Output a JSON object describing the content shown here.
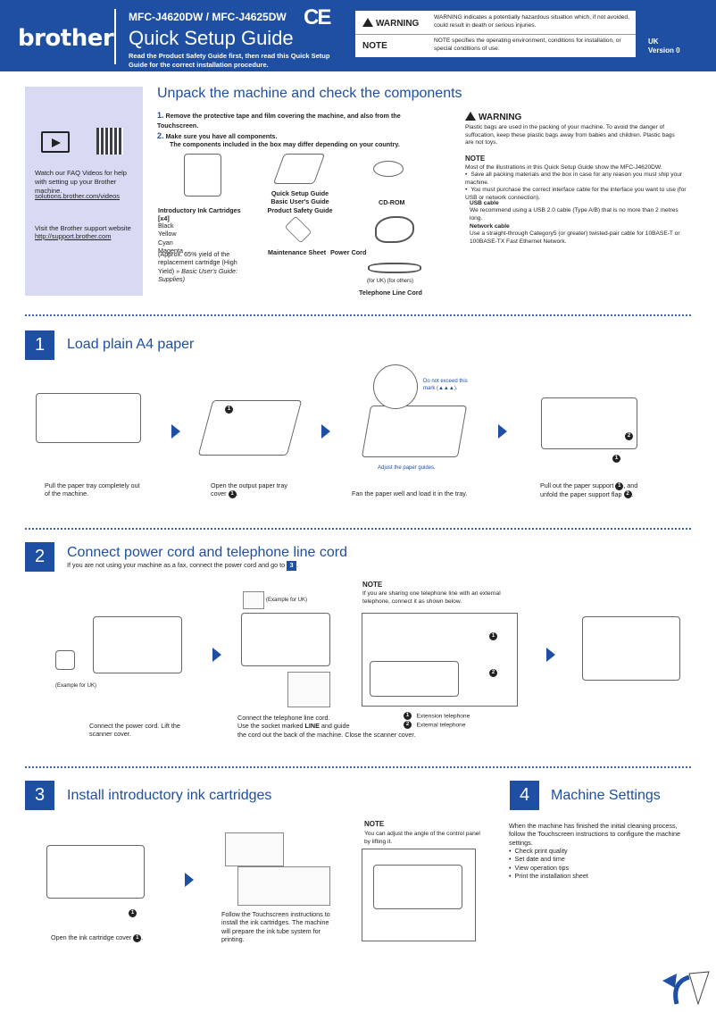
{
  "header": {
    "brand": "brother",
    "model": "MFC-J4620DW / MFC-J4625DW",
    "ce_mark": "CE",
    "title": "Quick Setup Guide",
    "read_first": "Read the Product Safety Guide first, then read this Quick Setup Guide for the correct installation procedure.",
    "legend": {
      "warning_label": "WARNING",
      "warning_text": "WARNING indicates a potentially hazardous situation which, if not avoided, could result in death or serious injuries.",
      "note_label": "NOTE",
      "note_text": "NOTE specifies the operating environment, conditions for installation, or special conditions of use."
    },
    "region": "UK",
    "version": "Version 0"
  },
  "sidebar": {
    "faq_text": "Watch our FAQ Videos for help with setting up your Brother machine.",
    "faq_url": "solutions.brother.com/videos",
    "support_text": "Visit the Brother support website",
    "support_url": "http://support.brother.com"
  },
  "unpack": {
    "title": "Unpack the machine and check the components",
    "step1_num": "1.",
    "step1": "Remove the protective tape and film covering the machine, and also from the Touchscreen.",
    "step2_num": "2.",
    "step2": "Make sure you have all components.",
    "step2b": "The components included in the box may differ depending on your country.",
    "ink_title": "Introductory Ink Cartridges",
    "ink_count": "[x4]",
    "ink_colors": [
      "Black",
      "Yellow",
      "Cyan",
      "Magenta"
    ],
    "ink_yield": "(Approx. 65% yield of the replacement cartridge (High Yield)",
    "ink_ref": "Basic User's Guide: Supplies)",
    "docs": [
      "Quick Setup Guide",
      "Basic User's Guide",
      "Product Safety Guide"
    ],
    "cdrom": "CD-ROM",
    "maint_sheet": "Maintenance Sheet",
    "power_cord": "Power Cord",
    "tel_variants": "(for UK) (for others)",
    "tel_cord": "Telephone Line Cord",
    "warning_label": "WARNING",
    "warning_text": "Plastic bags are used in the packing of your machine. To avoid the danger of suffocation, keep these plastic bags away from babies and children. Plastic bags are not toys.",
    "note_label": "NOTE",
    "note_intro": "Most of the illustrations in this Quick Setup Guide show the MFC-J4620DW.",
    "note_items": [
      "Save all packing materials and the box in case for any reason you must ship your machine.",
      "You must purchase the correct interface cable for the interface you want to use (for USB or network connection)."
    ],
    "usb_title": "USB cable",
    "usb_text": "We recommend using a USB 2.0 cable (Type A/B) that is no more than 2 metres long.",
    "net_title": "Network cable",
    "net_text": "Use a straight-through Category5 (or greater) twisted-pair cable for 10BASE-T or 100BASE-TX Fast Ethernet Network."
  },
  "step1": {
    "num": "1",
    "title": "Load plain A4 paper",
    "exceed": "Do not exceed this mark (▲▲▲).",
    "adjust": "Adjust the paper guides.",
    "cap1": "Pull the paper tray completely out of the machine.",
    "cap2": "Open the output paper tray cover",
    "cap3": "Fan the paper well and load it in the tray.",
    "cap4a": "Pull out the paper support",
    "cap4b": ", and unfold the paper support flap",
    "c1": "1",
    "c2": "2"
  },
  "step2": {
    "num": "2",
    "title": "Connect power cord and telephone line cord",
    "subtitle": "If you are not using your machine as a fax, connect the power cord and go to",
    "goto": "3",
    "example_uk": "(Example for UK)",
    "cap1": "Connect the power cord. Lift the scanner cover.",
    "cap2a": "Connect the telephone line cord.",
    "cap2b": "Use the socket marked",
    "cap2_line": "LINE",
    "cap2c": "and guide",
    "cap2d": "the cord out the back of the machine. Close the scanner cover.",
    "note_label": "NOTE",
    "note_text": "If you are sharing one telephone line with an external telephone, connect it as shown below.",
    "ext1": "Extension telephone",
    "ext2": "External telephone"
  },
  "step3": {
    "num": "3",
    "title": "Install introductory ink cartridges",
    "cap1": "Open the ink cartridge cover",
    "cap2": "Follow the Touchscreen instructions to install the ink cartridges. The machine will prepare the ink tube system for printing.",
    "note_label": "NOTE",
    "note_text": "You can adjust the angle of the control panel by lifting it."
  },
  "step4": {
    "num": "4",
    "title": "Machine Settings",
    "intro": "When the machine has finished the initial cleaning process, follow the Touchscreen instructions to configure the machine settings.",
    "items": [
      "Check print quality",
      "Set date and time",
      "View operation tips",
      "Print the installation sheet"
    ]
  }
}
